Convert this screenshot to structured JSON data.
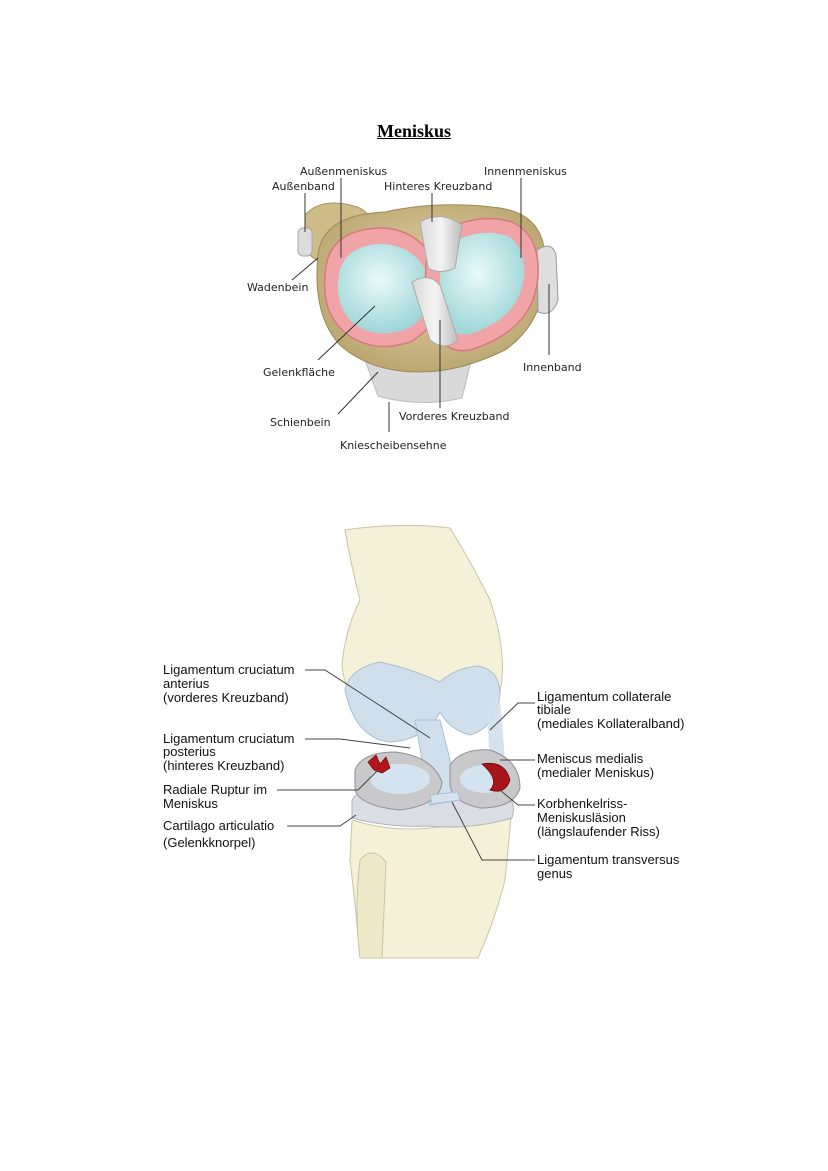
{
  "title": "Meniskus",
  "figure1": {
    "labels": {
      "aussenmeniskus": "Außenmeniskus",
      "aussenband": "Außenband",
      "hinteres_kreuzband": "Hinteres Kreuzband",
      "innenmeniskus": "Innenmeniskus",
      "wadenbein": "Wadenbein",
      "gelenkflaeche": "Gelenkfläche",
      "innenband": "Innenband",
      "schienbein": "Schienbein",
      "vorderes_kreuzband": "Vorderes Kreuzband",
      "kniescheibensehne": "Kniescheibensehne"
    }
  },
  "figure2": {
    "left": {
      "lca": [
        "Ligamentum cruciatum",
        "anterius",
        "(vorderes Kreuzband)"
      ],
      "lcp": [
        "Ligamentum cruciatum",
        "posterius",
        "(hinteres Kreuzband)"
      ],
      "ruptur": [
        "Radiale Ruptur im",
        "Meniskus"
      ],
      "cartilago": [
        "Cartilago articulatio",
        "(Gelenkknorpel)"
      ]
    },
    "right": {
      "collaterale": [
        "Ligamentum collaterale",
        "tibiale",
        "(mediales Kollateralband)"
      ],
      "medialis": [
        "Meniscus medialis",
        "(medialer Meniskus)"
      ],
      "korbhenkel": [
        "Korbhenkelriss-",
        "Meniskusläsion",
        "(längslaufender Riss)"
      ],
      "transversus": [
        "Ligamentum transversus",
        "genus"
      ]
    }
  }
}
